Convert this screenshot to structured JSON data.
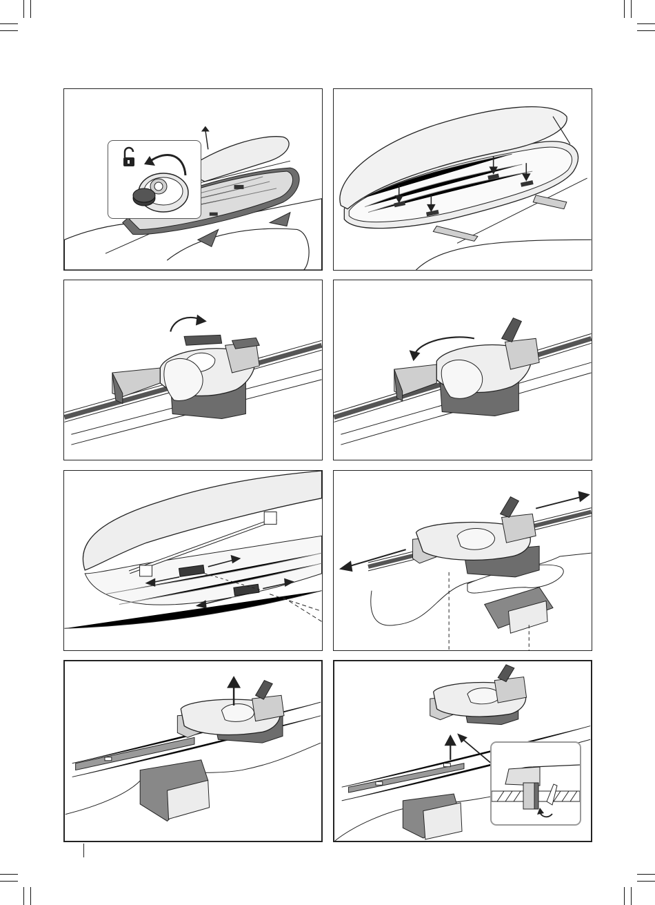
{
  "page": {
    "page_number": "",
    "panel_count": 8
  },
  "panels": [
    {
      "id": "1",
      "subject": "unlock-and-open-lid",
      "icons": [
        "unlock-icon",
        "key-turn-arrow-icon",
        "lid-lift-arrow-icon"
      ]
    },
    {
      "id": "2",
      "subject": "clamp-positions-inside-box",
      "icons": [
        "down-arrow-icon"
      ]
    },
    {
      "id": "3",
      "subject": "lift-clamp-handle",
      "icons": [
        "rotate-arrow-icon"
      ]
    },
    {
      "id": "4",
      "subject": "rotate-clamp-open",
      "icons": [
        "rotate-arrow-icon"
      ]
    },
    {
      "id": "5",
      "subject": "slide-clamps-in-rail",
      "icons": [
        "double-arrow-icon"
      ]
    },
    {
      "id": "6",
      "subject": "position-over-roof-bar",
      "icons": [
        "double-arrow-icon"
      ]
    },
    {
      "id": "7",
      "subject": "pull-clamp-up",
      "icons": [
        "up-arrow-icon"
      ]
    },
    {
      "id": "8",
      "subject": "clamp-detail-engagement",
      "icons": [
        "up-arrow-icon",
        "curved-arrow-icon"
      ]
    }
  ],
  "colors": {
    "line": "#222222",
    "light_fill": "#eeeeee",
    "mid_fill": "#cfcfcf",
    "dark_fill": "#6d6d6d",
    "rail_dark": "#555555",
    "inset_border": "#9a9a9a"
  }
}
